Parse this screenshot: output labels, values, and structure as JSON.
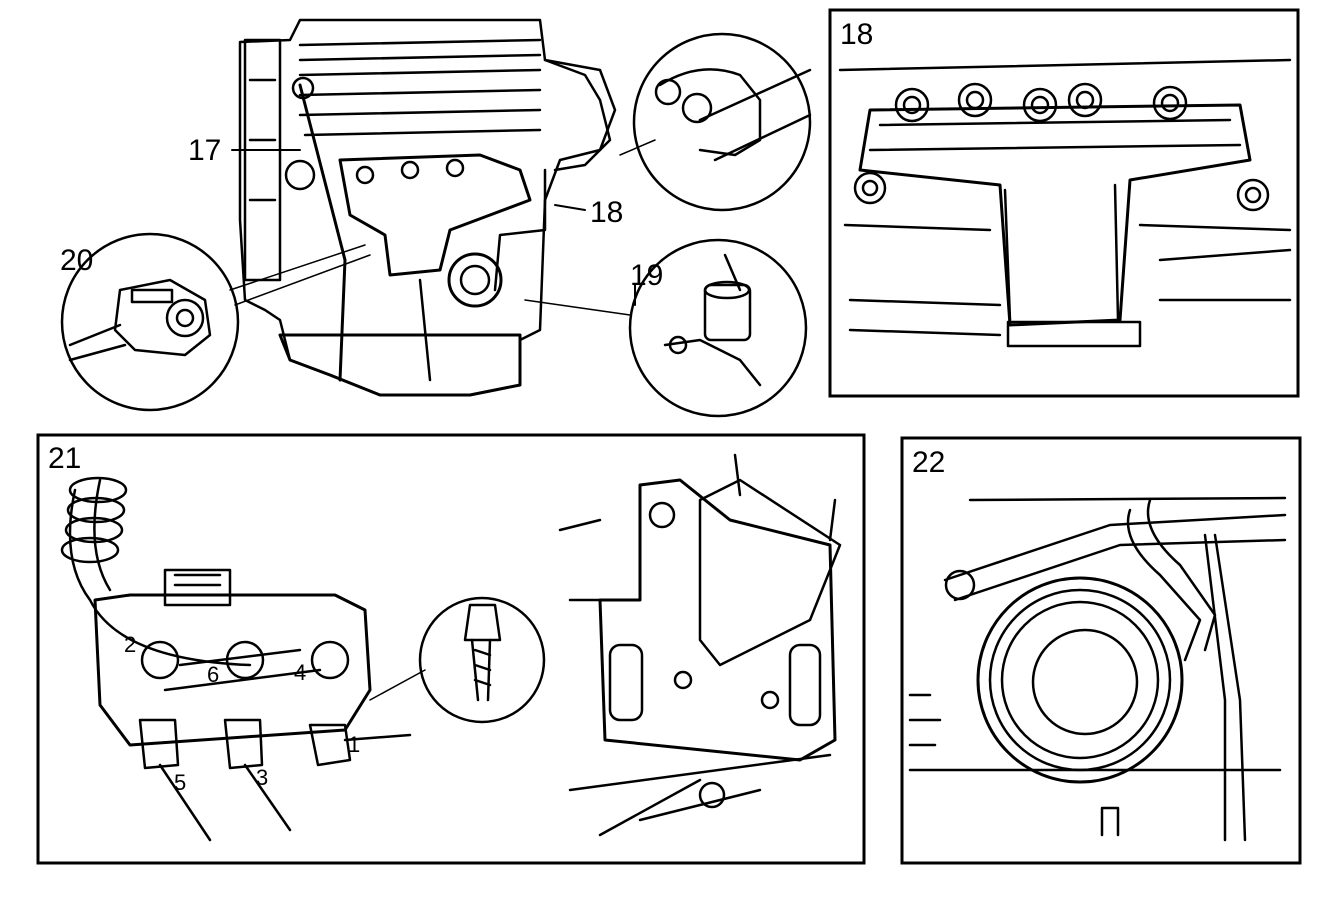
{
  "callouts": {
    "c17": "17",
    "c18": "18",
    "c19": "19",
    "c20": "20"
  },
  "panels": {
    "p18": "18",
    "p21": "21",
    "p22": "22"
  },
  "coil_leads": {
    "l1": "1",
    "l2": "2",
    "l3": "3",
    "l4": "4",
    "l5": "5",
    "l6": "6"
  }
}
